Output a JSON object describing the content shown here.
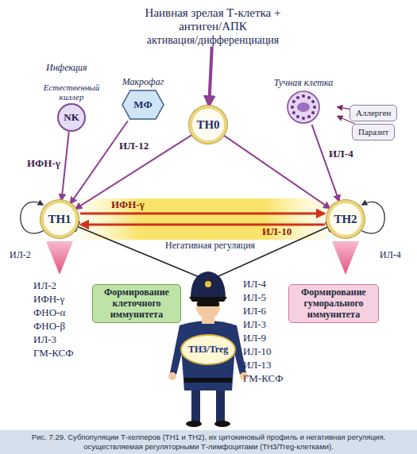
{
  "diagram": {
    "caption": "Рис. 7.29. Субпопуляции Т-хелперов (TH1 и TH2), их цитокиновый профиль и негативная регуляция, осуществляемая регуляторными Т-лимфоцитами (TH3/Treg-клетками).",
    "nodes": [
      {
        "text": [
          "Наивная зрелая Т-клетка + антиген/АПК",
          "активация/дифференциация"
        ]
      },
      {
        "text": [
          "Естественный киллер",
          "NK"
        ]
      },
      {
        "text": [
          "Макрофаг",
          "МФ"
        ]
      },
      {
        "text": [
          "TH0"
        ]
      },
      {
        "text": [
          "Тучная клетка"
        ]
      },
      {
        "text": [
          "Аллерген"
        ]
      },
      {
        "text": [
          "Паразит"
        ]
      },
      {
        "text": [
          "TH1"
        ]
      },
      {
        "text": [
          "TH2"
        ]
      },
      {
        "text": [
          "Формирование клеточного иммунитета"
        ]
      },
      {
        "text": [
          "Формирование гуморального иммунитета"
        ]
      },
      {
        "text": [
          "TH3/Treg"
        ]
      }
    ],
    "edges": [
      {
        "from": 0,
        "to": 3,
        "arrow": "to"
      },
      {
        "from": 1,
        "to": 7,
        "arrow": "to",
        "label": "ИФН-γ"
      },
      {
        "from": 2,
        "to": 7,
        "arrow": "to",
        "label": "ИЛ-12"
      },
      {
        "from": 5,
        "to": 4,
        "arrow": "to"
      },
      {
        "from": 6,
        "to": 4,
        "arrow": "to"
      },
      {
        "from": 4,
        "to": 8,
        "arrow": "to",
        "label": "ИЛ-4"
      },
      {
        "from": 3,
        "to": 7,
        "arrow": "to"
      },
      {
        "from": 3,
        "to": 8,
        "arrow": "to"
      },
      {
        "from": 7,
        "to": 8,
        "arrow": "to",
        "label": "ИФН-γ"
      },
      {
        "from": 8,
        "to": 7,
        "arrow": "to",
        "label": "ИЛ-10"
      },
      {
        "from": 11,
        "to": 7,
        "arrow": "to"
      },
      {
        "from": 11,
        "to": 8,
        "arrow": "to"
      }
    ],
    "labels": [
      "Инфекция",
      "ИЛ-2",
      "ИЛ-4",
      "Негативная регуляция",
      "ИЛ-2",
      "ИФН-γ",
      "ФНО-α",
      "ФНО-β",
      "ИЛ-3",
      "ГМ-КСФ",
      "ИЛ-4",
      "ИЛ-5",
      "ИЛ-6",
      "ИЛ-3",
      "ИЛ-9",
      "ИЛ-10",
      "ИЛ-13",
      "ГМ-КСФ"
    ]
  }
}
